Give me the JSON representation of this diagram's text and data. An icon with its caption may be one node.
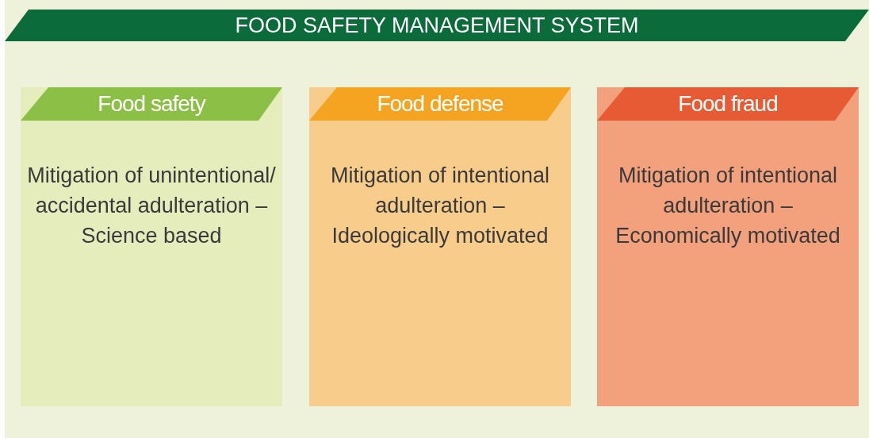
{
  "diagram": {
    "nodes": [
      {
        "text": [
          "FOOD SAFETY MANAGEMENT SYSTEM"
        ]
      },
      {
        "text": [
          "Food safety",
          "Mitigation of unintentional/ accidental adulteration – Science based"
        ],
        "in": 0
      },
      {
        "text": [
          "Food defense",
          "Mitigation of intentional adulteration – Ideologically motivated"
        ],
        "in": 0
      },
      {
        "text": [
          "Food fraud",
          "Mitigation of intentional adulteration – Economically motivated"
        ],
        "in": 0
      }
    ]
  }
}
